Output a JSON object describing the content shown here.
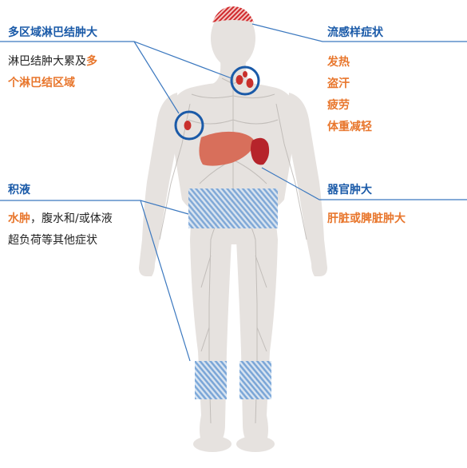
{
  "colors": {
    "heading": "#1a5aa8",
    "accent": "#e8762c",
    "text": "#222222",
    "body": "#e6e2df",
    "liver": "#d86f5b",
    "spleen": "#b6242b",
    "node": "#c9302c",
    "callout_line": "#3b78bf",
    "fluid_blue": "#4f86c6",
    "fever_red": "#d0282c"
  },
  "icons": [
    "human-body-figure",
    "lymph-node-circle",
    "liver-icon",
    "spleen-icon"
  ],
  "left": {
    "lymph": {
      "title": "多区域淋巴结肿大",
      "line1_plain": "淋巴结肿大累及",
      "line1_accent": "多",
      "line2_accent": "个淋巴结区域"
    },
    "fluid": {
      "title": "积液",
      "line1_accent": "水肿",
      "line1_plain": "，腹水和/或体液",
      "line2_plain": "超负荷等其他症状"
    }
  },
  "right": {
    "flu": {
      "title": "流感样症状",
      "items": [
        "发热",
        "盗汗",
        "疲劳",
        "体重减轻"
      ]
    },
    "organ": {
      "title": "器官肿大",
      "detail": "肝脏或脾脏肿大"
    }
  }
}
